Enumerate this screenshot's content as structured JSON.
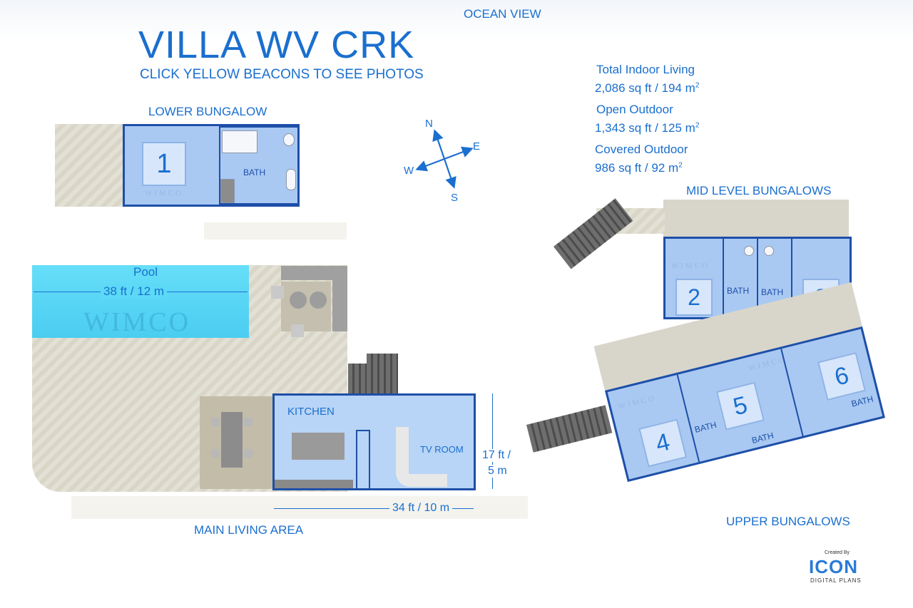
{
  "header": {
    "ocean_view": "OCEAN VIEW",
    "title": "VILLA WV CRK",
    "subtitle": "CLICK YELLOW BEACONS TO SEE PHOTOS"
  },
  "stats": {
    "total_indoor_label": "Total Indoor Living",
    "total_indoor_value": "2,086 sq ft / 194 m",
    "open_outdoor_label": "Open Outdoor",
    "open_outdoor_value": "1,343 sq ft / 125 m",
    "covered_outdoor_label": "Covered Outdoor",
    "covered_outdoor_value": "986 sq ft / 92 m",
    "superscript": "2"
  },
  "compass": {
    "n": "N",
    "e": "E",
    "s": "S",
    "w": "W"
  },
  "areas": {
    "lower_bungalow": "LOWER BUNGALOW",
    "mid_level_bungalows": "MID LEVEL BUNGALOWS",
    "upper_bungalows": "UPPER BUNGALOWS",
    "main_living_area": "MAIN LIVING AREA"
  },
  "rooms": {
    "bedroom_1": "1",
    "bedroom_2": "2",
    "bedroom_3": "3",
    "bedroom_4": "4",
    "bedroom_5": "5",
    "bedroom_6": "6",
    "bath": "BATH",
    "kitchen": "KITCHEN",
    "tv_room": "TV ROOM",
    "pool": "Pool"
  },
  "dimensions": {
    "pool": "38 ft / 12 m",
    "living_width": "34 ft / 10 m",
    "living_depth_1": "17 ft /",
    "living_depth_2": "5 m"
  },
  "watermark": "WIMCO",
  "logo": {
    "created_by": "Created By",
    "brand": "ICON",
    "tagline": "DIGITAL PLANS"
  },
  "colors": {
    "accent": "#1a6fcf",
    "wall": "#1e4fa8",
    "room_fill": "#a9c9f3",
    "pool": "#5fd3f3",
    "deck": "#dedbd0"
  }
}
